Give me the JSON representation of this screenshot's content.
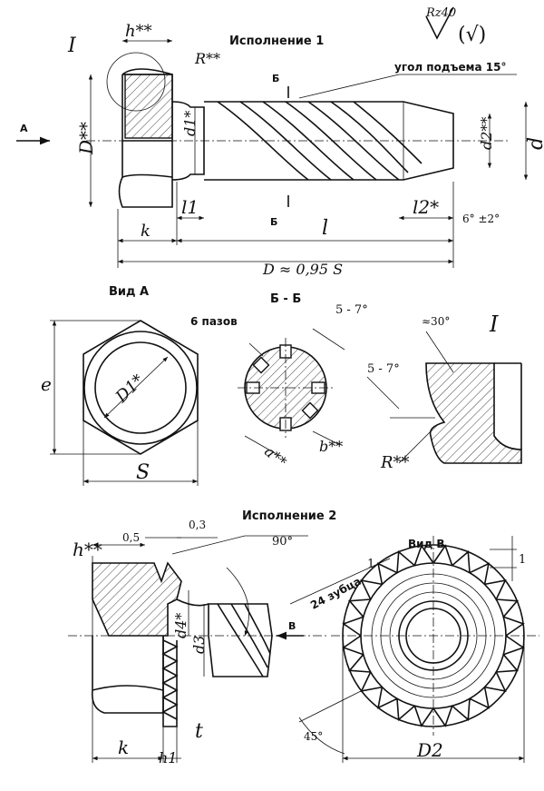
{
  "labels": {
    "ispolnenie1": "Исполнение 1",
    "ispolnenie2": "Исполнение 2",
    "roughness": "Rz40",
    "roughness_paren": "(√)",
    "view_a": "Вид А",
    "section_bb": "Б - Б",
    "view_v": "Вид В",
    "six_slots": "6 пазов",
    "teeth_24": "24 зубца",
    "lead_angle": "угол подъема 15°",
    "d_formula": "D ≈ 0,95 S",
    "angle_5_7": "5 - 7°",
    "angle_5_7b": "5 - 7°",
    "angle_30": "≈30°",
    "angle_90": "90°",
    "angle_45": "45°",
    "angle_6": "6° ±2°",
    "mark_I": "I",
    "mark_I2": "I",
    "h": "h**",
    "h2": "h**",
    "R": "R**",
    "R2": "R**",
    "D": "D**",
    "d1": "d1*",
    "d2": "d2**",
    "d": "d",
    "l1": "l1",
    "l2": "l2*",
    "l": "l",
    "k": "k",
    "k2": "k",
    "e": "e",
    "S": "S",
    "D1": "D1*",
    "a": "a**",
    "b": "b**",
    "dim_05": "0,5",
    "dim_03": "0,3",
    "d4": "d4*",
    "d3": "d3",
    "h1": "h1",
    "t": "t",
    "D2": "D2",
    "one": "1",
    "one2": "1",
    "arrow_A": "А",
    "arrow_B": "Б",
    "arrow_B2": "Б",
    "arrow_V": "В"
  }
}
